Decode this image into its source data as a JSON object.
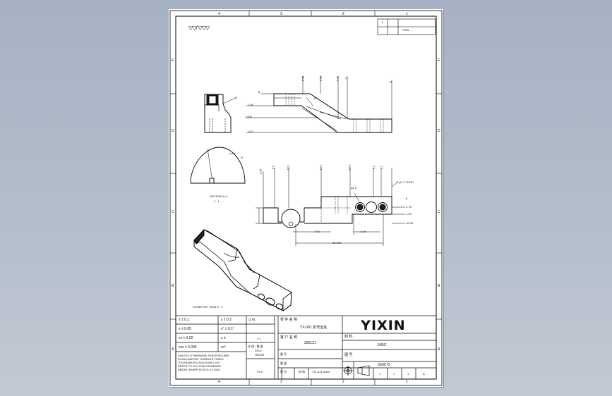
{
  "viewer": {
    "background_color": "#b3bdcb",
    "sheet_color": "#ffffff"
  },
  "sheet": {
    "grid_top": [
      "4",
      "3",
      "2",
      "1"
    ],
    "grid_bottom": [
      "4",
      "3",
      "2",
      "1"
    ],
    "grid_left": [
      "E",
      "D",
      "C",
      "B",
      "A"
    ],
    "grid_right": [
      "E",
      "D",
      "C",
      "B",
      "A"
    ],
    "top_right_box": {
      "cell": "1",
      "text": "YIXIN"
    }
  },
  "notes": {
    "surface_symbols": "▽▽/ ▽▽▽"
  },
  "title_block": {
    "logo_text": "YIXIN",
    "tol": [
      {
        "left": "x ± 0.1",
        "right": "x ± 0.2"
      },
      {
        "left": "x ± 0.05",
        "right": "x° ± 0.1°"
      },
      {
        "left": "xx ± 0.02",
        "right": "x ±"
      },
      {
        "left": "xxx ± 0.005",
        "right": "xx°"
      }
    ],
    "notes_lines": [
      "UNLESS OTHERWISE SPECIFIED ARE",
      "IN MILLIMETER, SURFACE FINISH",
      "TOLERANCES: ANGULAR ± 0.5°",
      "REFER TO ISO 2768 STANDARD",
      "BREAK SHARP EDGES 0.2 MAX"
    ],
    "mid_labels": [
      "比 例",
      "3:1",
      "比 例 / 重 量",
      "45C#",
      "HRC50"
    ],
    "mid_bottom": [
      "图 号",
      "重 量",
      "材 料"
    ],
    "pcs": "PCS",
    "drawing_no_label": "图 号",
    "drawing_no": "YIX-A21-5A00",
    "part_name_label": "零 件 名 称",
    "part_name": "YX-001 折弯治具",
    "material_label": "材 料",
    "material": "S45C",
    "dwg_label": "图 号",
    "dwg_value": "S50C-B",
    "customer_label": "客 户 名 称",
    "customer": "200121",
    "sheet_cells": [
      "1",
      "1",
      "1",
      "A"
    ]
  },
  "views": {
    "section_label": "SECTION A-A",
    "scale_label": "1 : 1",
    "iso_label": "ISOMETRIC VIEW 3 : 1",
    "dims_front": [
      "3",
      "1.25",
      "1.60",
      "1.51",
      "R",
      "8"
    ],
    "dims_front_left": [
      "R",
      "1.00",
      "1.000",
      "14.5"
    ],
    "dims_top": [
      "3.75",
      "5.5",
      "15.1",
      "15.2",
      "16.0",
      "1.2",
      "1.2"
    ],
    "dims_top_right": [
      "2-φ1.2 THRU",
      "φ1.2",
      "8",
      "2.75",
      "1.20",
      "10.00"
    ],
    "dims_bottom": [
      "7.50",
      "6.00",
      "22.100"
    ]
  }
}
